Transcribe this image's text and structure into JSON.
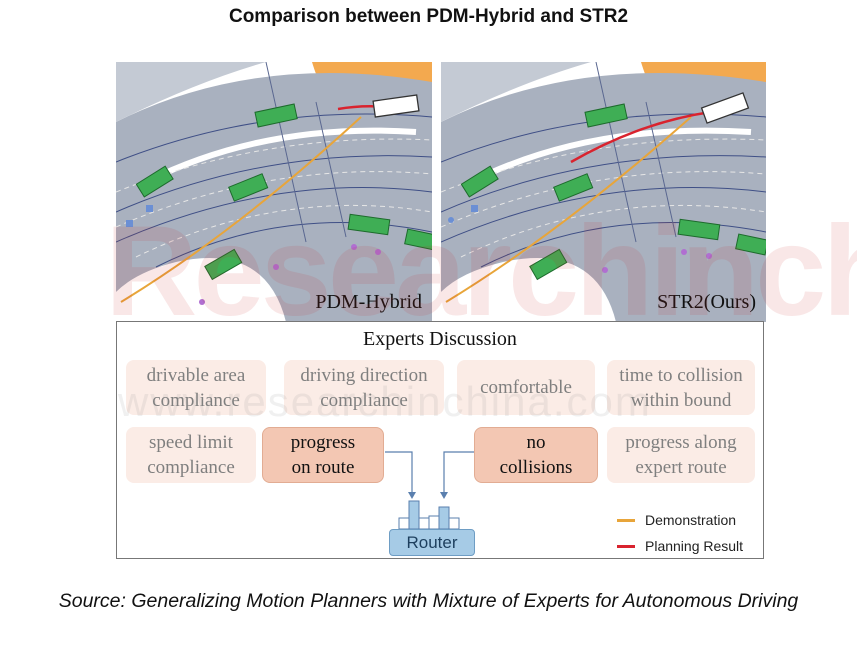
{
  "title": "Comparison between PDM-Hybrid and STR2",
  "panels": {
    "left_label": "PDM-Hybrid",
    "right_label": "STR2(Ours)"
  },
  "experts": {
    "title": "Experts Discussion",
    "items": [
      {
        "label": "drivable area\ncompliance",
        "active": false
      },
      {
        "label": "driving direction\ncompliance",
        "active": false
      },
      {
        "label": "comfortable",
        "active": false
      },
      {
        "label": "time to collision\nwithin bound",
        "active": false
      },
      {
        "label": "speed limit\ncompliance",
        "active": false
      },
      {
        "label": "progress\non route",
        "active": true
      },
      {
        "label": "no\ncollisions",
        "active": true
      },
      {
        "label": "progress along\nexpert route",
        "active": false
      }
    ],
    "router_label": "Router"
  },
  "legend": {
    "demonstration": "Demonstration",
    "planning_result": "Planning Result"
  },
  "colors": {
    "demonstration": "#e8a53a",
    "planning_result": "#d9232e",
    "vehicle": "#3fae55",
    "road": "#a9b1bf",
    "ego": "#ffffff"
  },
  "watermark": {
    "main": "Researchinchina",
    "url": "www.researchinchina.com"
  },
  "caption": "Source: Generalizing Motion Planners with Mixture of Experts for Autonomous Driving"
}
